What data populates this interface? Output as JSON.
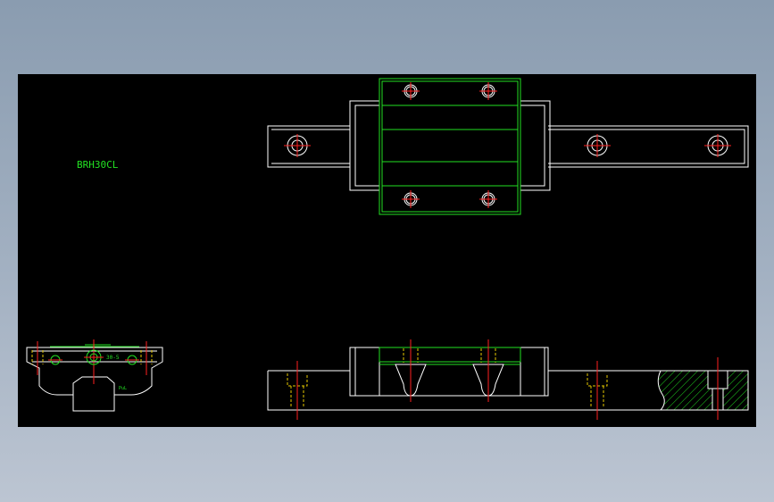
{
  "drawing": {
    "part_label": "BRH30CL",
    "dim_label": "30-5",
    "note_label": "PuL"
  },
  "colors": {
    "background": "#000000",
    "outline": "#ffffff",
    "block": "#22e022",
    "centerline": "#ff2020",
    "hidden": "#e6c800",
    "hatch": "#22e022"
  }
}
